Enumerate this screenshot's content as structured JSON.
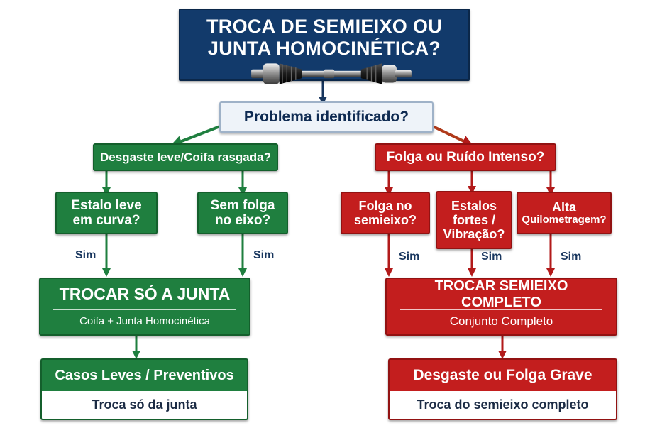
{
  "title": {
    "line1": "TROCA DE SEMIEIXO OU",
    "line2": "JUNTA HOMOCINÉTICA?"
  },
  "colors": {
    "navy": "#123a6b",
    "green": "#1f7f3f",
    "red": "#c31e1e",
    "arrow_navy": "#18365e"
  },
  "nodes": {
    "problem": "Problema identificado?",
    "green_question": "Desgaste leve/Coifa rasgada?",
    "red_question": "Folga ou Ruído Intenso?",
    "g1": {
      "line1": "Estalo leve",
      "line2": "em curva?"
    },
    "g2": {
      "line1": "Sem folga",
      "line2": "no eixo?"
    },
    "r1": {
      "line1": "Folga no",
      "line2": "semieixo?"
    },
    "r2": {
      "line1": "Estalos",
      "line2": "fortes /",
      "line3": "Vibração?"
    },
    "r3": {
      "line1": "Alta",
      "line2": "Quilometragem?"
    },
    "green_action": {
      "title": "TROCAR SÓ A JUNTA",
      "subtitle": "Coifa + Junta Homocinética"
    },
    "red_action": {
      "title": "TROCAR SEMIEIXO COMPLETO",
      "subtitle": "Conjunto Completo"
    },
    "green_result": {
      "title": "Casos Leves / Preventivos",
      "text": "Troca só da junta"
    },
    "red_result": {
      "title": "Desgaste ou Folga Grave",
      "text": "Troca do semieixo completo"
    }
  },
  "yes_label": "Sim",
  "illustration": "cv-axle-icon"
}
